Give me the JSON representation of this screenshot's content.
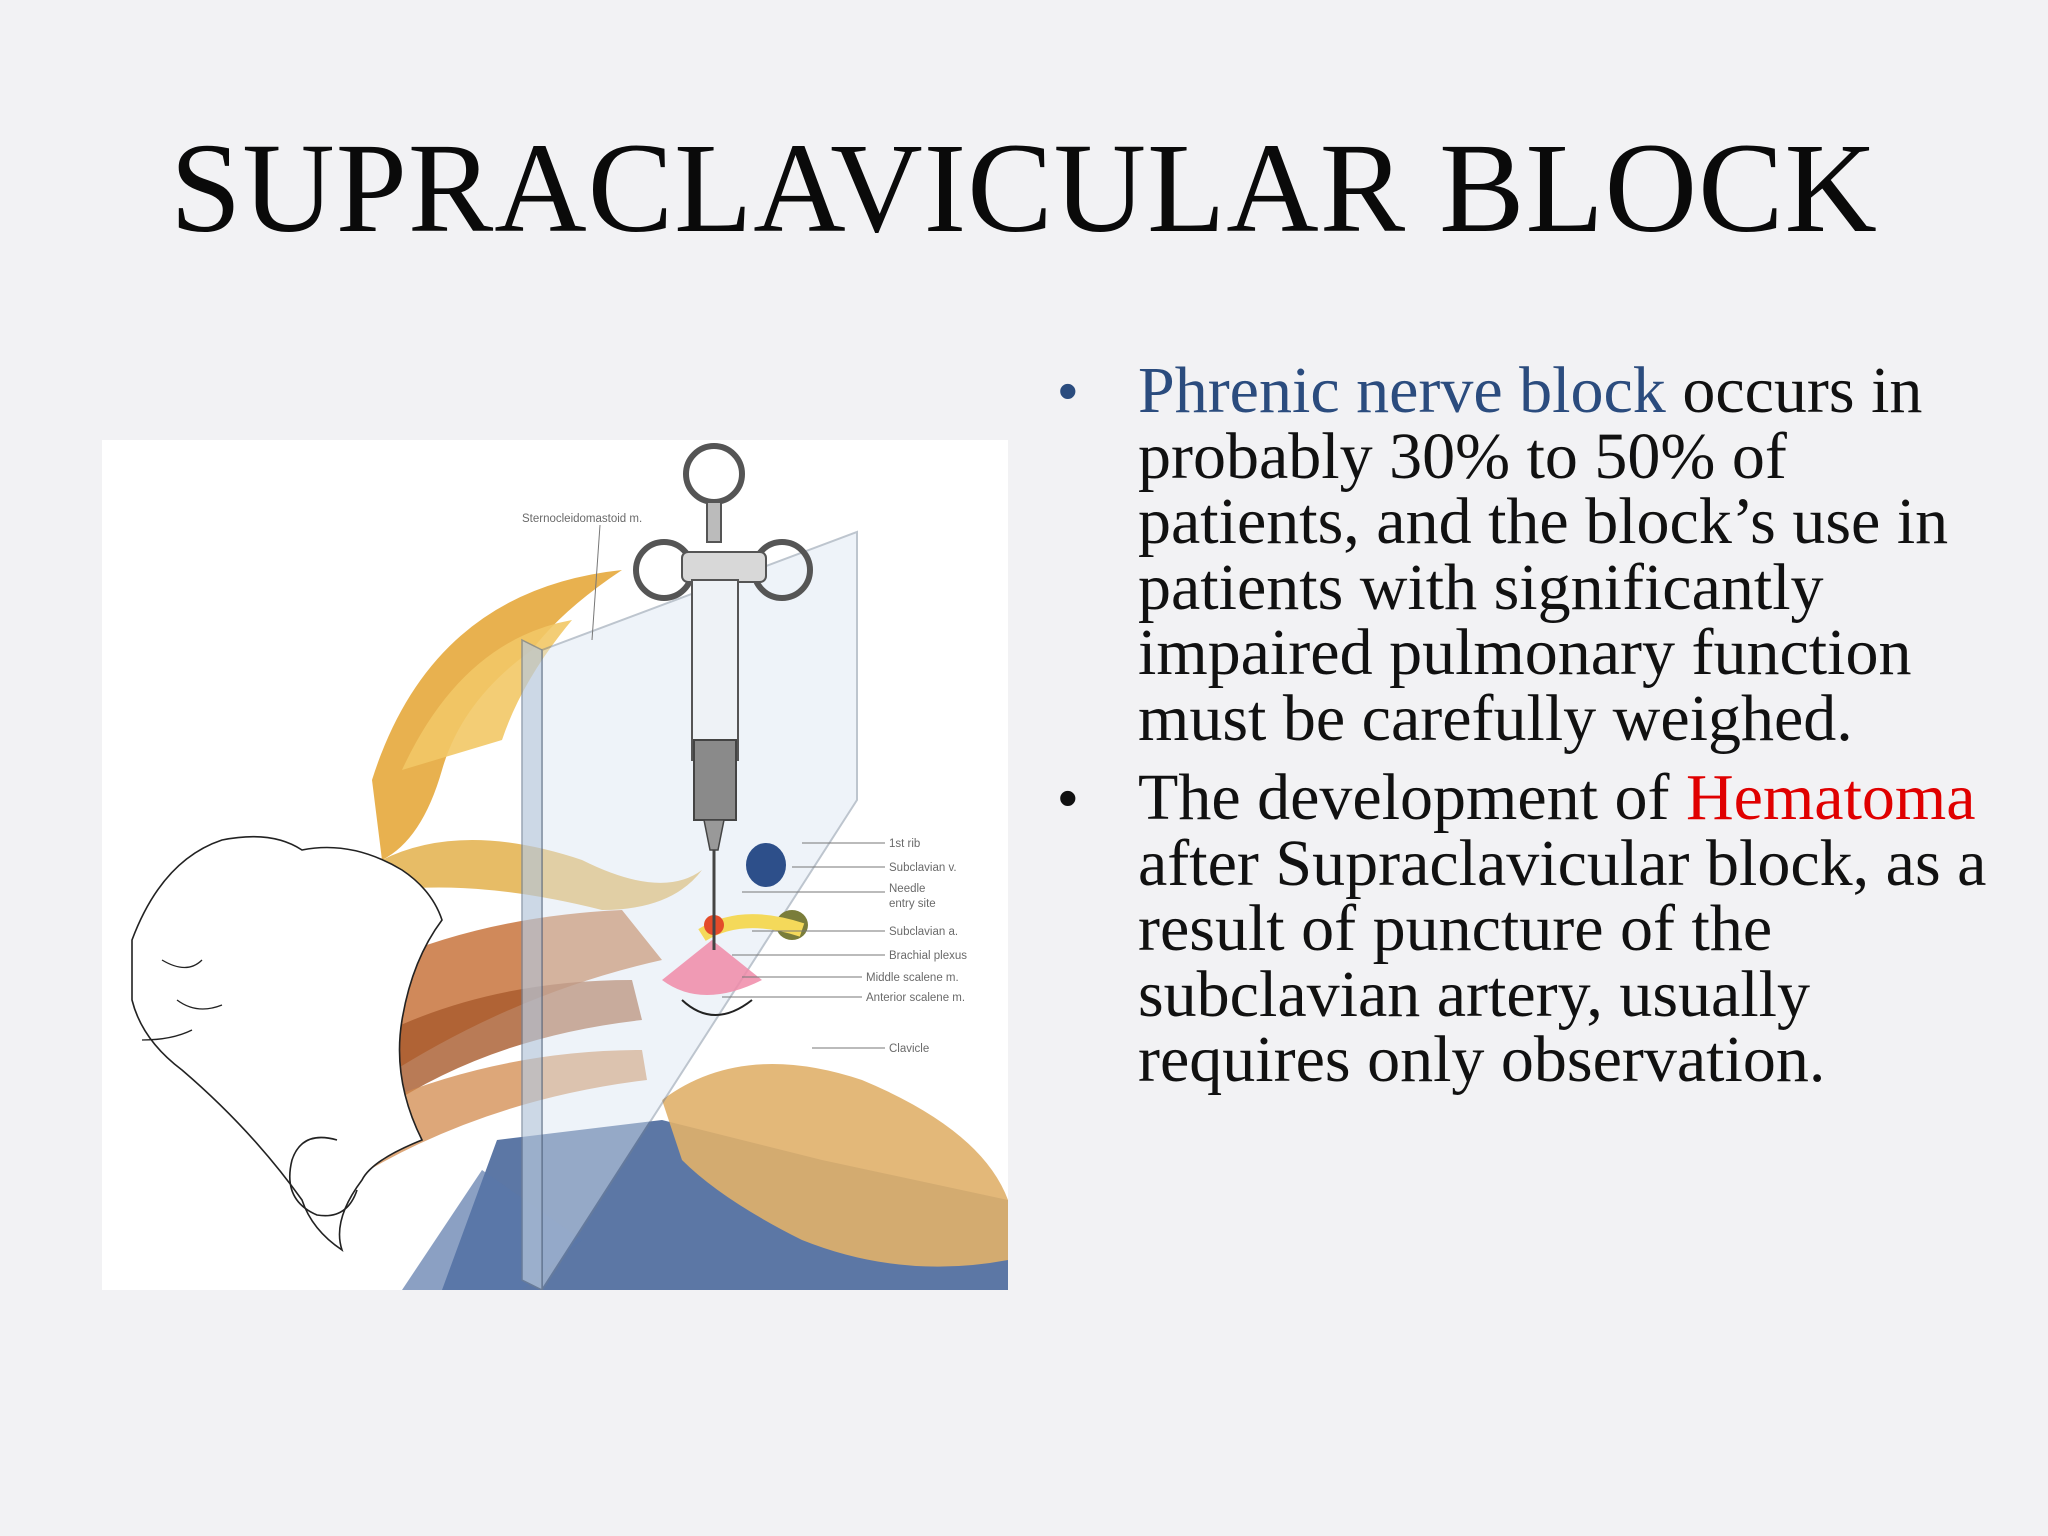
{
  "slide": {
    "title": "SUPRACLAVICULAR BLOCK"
  },
  "figure": {
    "labels": {
      "sternocleidomastoid": "Sternocleidomastoid m.",
      "first_rib": "1st rib",
      "subclavian_v": "Subclavian v.",
      "needle_1": "Needle",
      "needle_2": "entry site",
      "subclavian_a": "Subclavian a.",
      "brachial_plexus": "Brachial plexus",
      "middle_scalene": "Middle scalene m.",
      "anterior_scalene": "Anterior scalene m.",
      "clavicle": "Clavicle"
    }
  },
  "bullets": [
    {
      "bullet_char": "•",
      "lead": "Phrenic nerve block",
      "text": " occurs in probably 30% to 50% of patients, and the block’s use in patients with significantly impaired pulmonary function must be carefully weighed."
    },
    {
      "bullet_char": "•",
      "before": "The development of ",
      "highlight": "Hematoma",
      "after": " after Supraclavicular block, as a result of puncture of the subclavian artery, usually requires only observation."
    }
  ],
  "colors": {
    "background": "#f2f2f4",
    "accent_blue": "#2b4c7e",
    "accent_red": "#e00000"
  }
}
